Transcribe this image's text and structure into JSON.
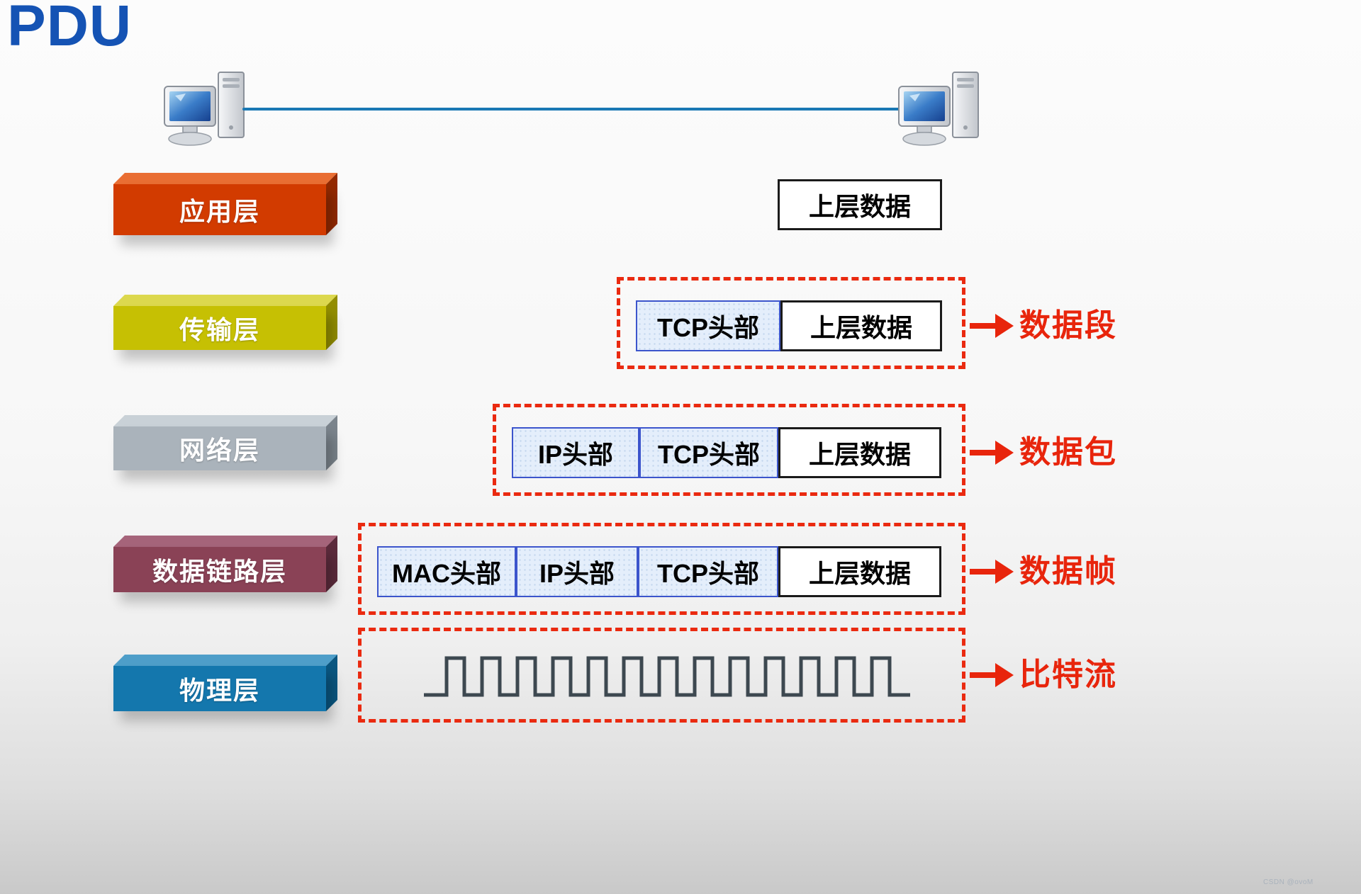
{
  "title": "PDU",
  "watermark": "CSDN @ovoM",
  "colors": {
    "title_blue": "#1553b4",
    "accent_red": "#e8250c",
    "dashed_frame_red": "#ea2a10",
    "connection_line_blue": "#1a78b4",
    "layer_application": "#d23b00",
    "layer_transport": "#c6c003",
    "layer_network": "#aab3bb",
    "layer_datalink": "#8a4256",
    "layer_physical": "#1477ad",
    "header_box_fill": "#e4eefb",
    "header_box_border": "#3c55cc",
    "data_box_fill": "#ffffff",
    "data_box_border": "#1a1a1a",
    "waveform_gray": "#3d4850"
  },
  "icons": {
    "left_computer": "computer-icon",
    "right_computer": "computer-icon",
    "row_arrow": "arrow-right-icon",
    "physical_signal": "square-wave-icon"
  },
  "layers": [
    {
      "label": "应用层"
    },
    {
      "label": "传输层"
    },
    {
      "label": "网络层"
    },
    {
      "label": "数据链路层"
    },
    {
      "label": "物理层"
    }
  ],
  "rows": {
    "application": {
      "segments": [
        {
          "label": "上层数据"
        }
      ]
    },
    "transport": {
      "segments": [
        {
          "label": "TCP头部"
        },
        {
          "label": "上层数据"
        }
      ],
      "pdu_label": "数据段"
    },
    "network": {
      "segments": [
        {
          "label": "IP头部"
        },
        {
          "label": "TCP头部"
        },
        {
          "label": "上层数据"
        }
      ],
      "pdu_label": "数据包"
    },
    "datalink": {
      "segments": [
        {
          "label": "MAC头部"
        },
        {
          "label": "IP头部"
        },
        {
          "label": "TCP头部"
        },
        {
          "label": "上层数据"
        }
      ],
      "pdu_label": "数据帧"
    },
    "physical": {
      "pdu_label": "比特流"
    }
  }
}
